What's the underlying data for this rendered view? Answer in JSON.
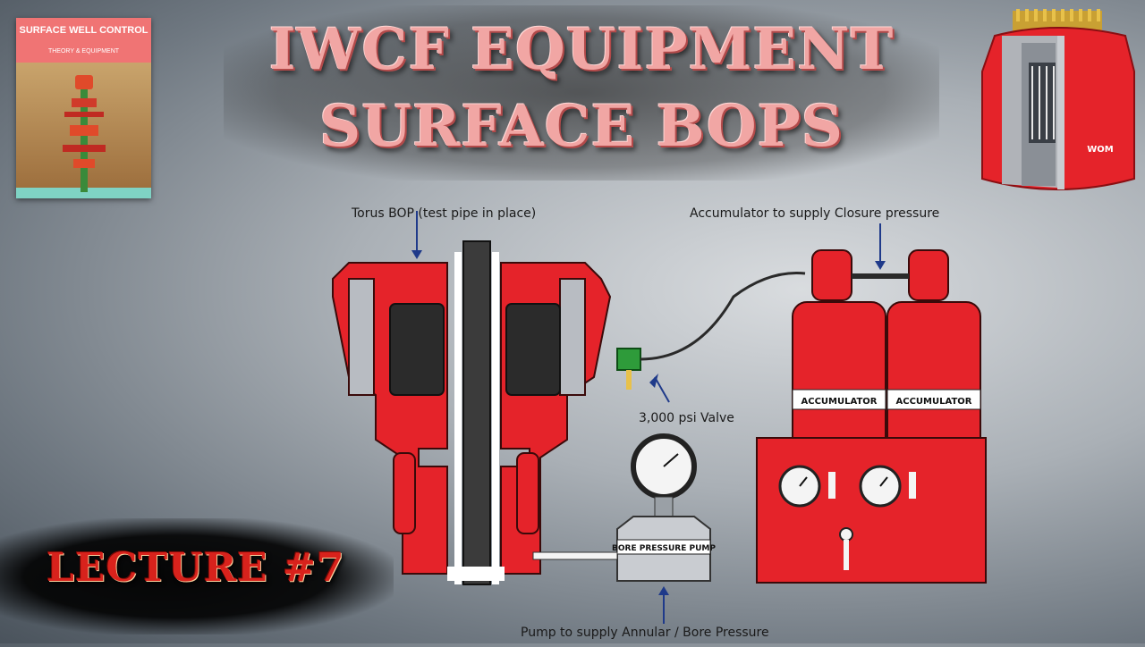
{
  "title": {
    "line1": "IWCF EQUIPMENT",
    "line2": "SURFACE BOPS"
  },
  "book": {
    "title": "SURFACE WELL CONTROL",
    "subtitle": "THEORY & EQUIPMENT"
  },
  "lecture": "LECTURE #7",
  "labels": {
    "torus": "Torus BOP (test pipe in place)",
    "accumulator_supply": "Accumulator to supply Closure pressure",
    "valve": "3,000 psi Valve",
    "pump_supply": "Pump to supply Annular / Bore Pressure",
    "accumulator_tag": "ACCUMULATOR",
    "bore_pump_tag": "BORE PRESSURE PUMP",
    "bop_logo": "WOM"
  },
  "colors": {
    "equipment_red": "#e5232a",
    "title_pink": "#f1a6a4",
    "lecture_red": "#d8221c"
  }
}
